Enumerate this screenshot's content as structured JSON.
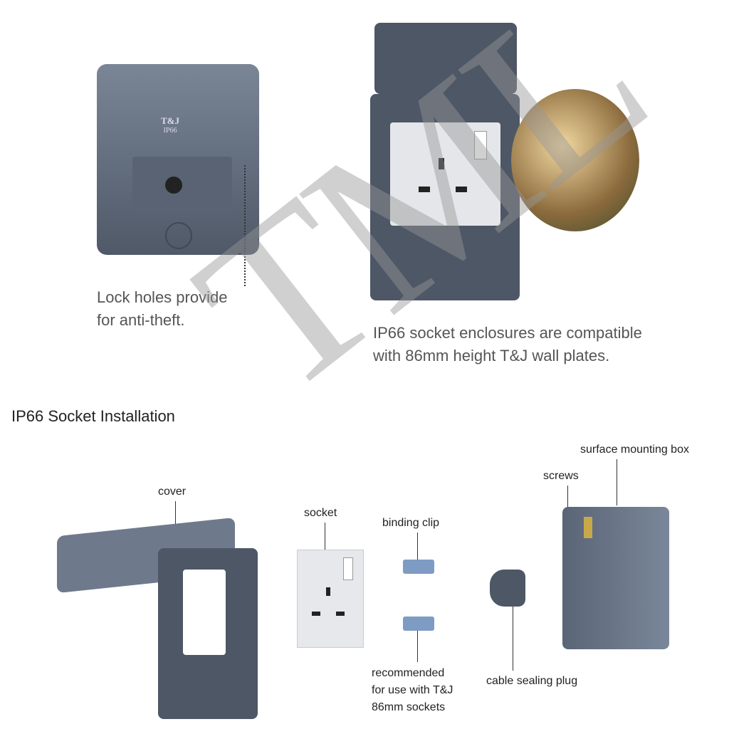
{
  "top_left": {
    "logo": "T&J",
    "rating": "IP66",
    "caption_line1": "Lock holes provide",
    "caption_line2": "for anti-theft."
  },
  "top_right": {
    "caption_line1": "IP66 socket enclosures are compatible",
    "caption_line2": "with 86mm height T&J wall plates."
  },
  "installation": {
    "title": "IP66 Socket Installation",
    "labels": {
      "cover": "cover",
      "socket": "socket",
      "binding_clip": "binding clip",
      "recommended_line1": "recommended",
      "recommended_line2": "for use with T&J",
      "recommended_line3": "86mm sockets",
      "cable_plug": "cable sealing plug",
      "screws": "screws",
      "mounting_box": "surface mounting box"
    }
  },
  "watermark": "TML",
  "colors": {
    "enclosure": "#6e7a8c",
    "enclosure_dark": "#4d5766",
    "socket_plate": "#e6e8ec",
    "clip": "#7e9bc4"
  }
}
